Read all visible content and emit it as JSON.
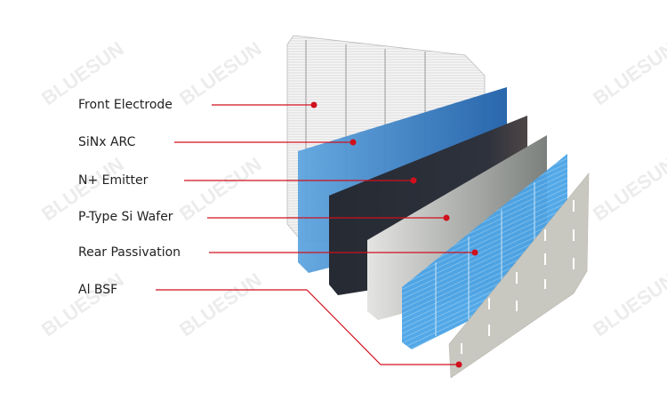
{
  "labels": [
    {
      "text": "Front Electrode"
    },
    {
      "text": "SiNx ARC"
    },
    {
      "text": "N+ Emitter"
    },
    {
      "text": "P-Type Si Wafer"
    },
    {
      "text": "Rear Passivation"
    },
    {
      "text": "Al BSF"
    }
  ],
  "watermark": "BLUESUN",
  "colors": {
    "leader_line": "#d0101c",
    "front_electrode": "#f2f2f2",
    "sinx_arc": "#3d86cc",
    "n_emitter": "#2b2e38",
    "p_wafer": "#cfd0cc",
    "rear_passivation": "#4aa3e6",
    "al_bsf": "#c9c8c0"
  }
}
